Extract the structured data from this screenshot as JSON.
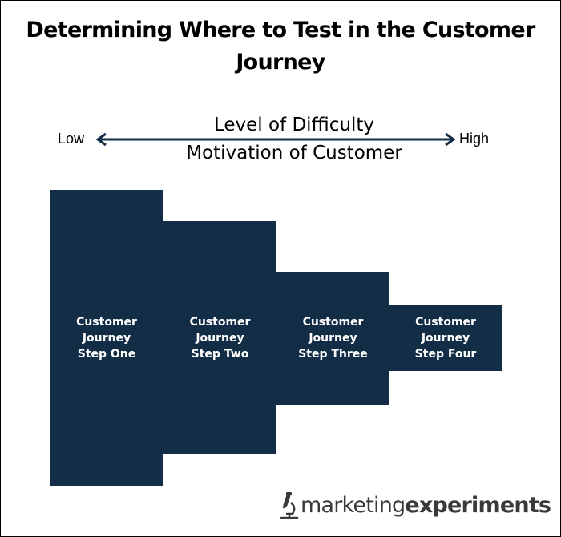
{
  "title": {
    "line1": "Determining Where to Test in the Customer",
    "line2": "Journey"
  },
  "scale": {
    "low_label": "Low",
    "high_label": "High",
    "top_label": "Level of Difficulty",
    "bottom_label": "Motivation of Customer",
    "arrow_color": "#132d47",
    "arrow_icon": "double-headed-arrow-icon"
  },
  "steps": [
    {
      "line1": "Customer",
      "line2": "Journey",
      "line3": "Step One"
    },
    {
      "line1": "Customer",
      "line2": "Journey",
      "line3": "Step Two"
    },
    {
      "line1": "Customer",
      "line2": "Journey",
      "line3": "Step Three"
    },
    {
      "line1": "Customer",
      "line2": "Journey",
      "line3": "Step Four"
    }
  ],
  "colors": {
    "step_fill": "#132d47",
    "step_text": "#ffffff",
    "logo_text": "#3a3a3a"
  },
  "logo": {
    "icon": "microscope-icon",
    "part1": "marketing",
    "part2": "experiments"
  }
}
